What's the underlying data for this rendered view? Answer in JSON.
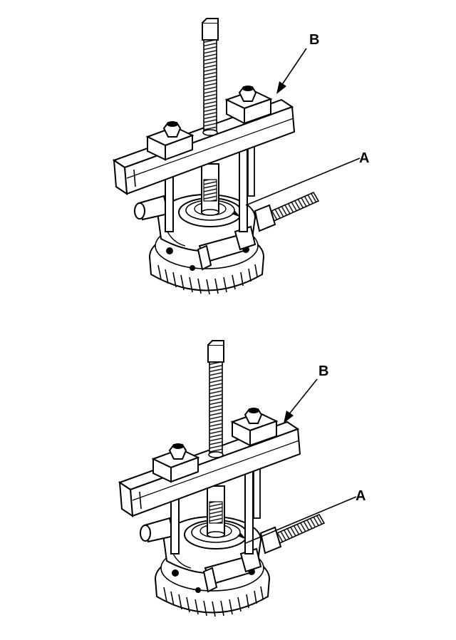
{
  "figures": [
    {
      "labels": {
        "a": "A",
        "b": "B"
      }
    },
    {
      "labels": {
        "a": "A",
        "b": "B"
      }
    }
  ]
}
